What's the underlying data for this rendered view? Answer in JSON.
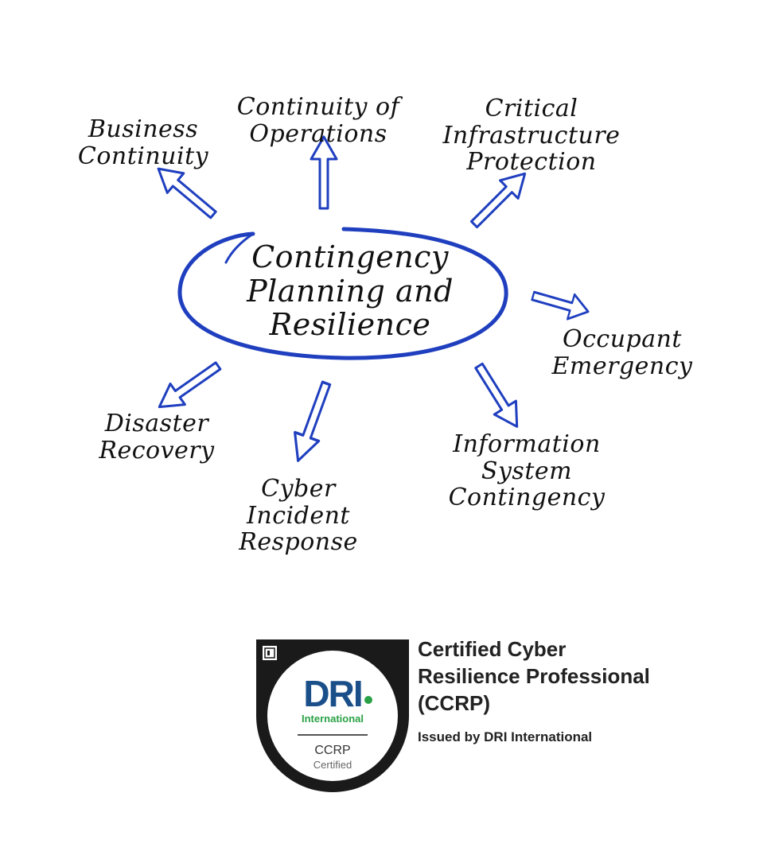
{
  "diagram": {
    "center": [
      "Contingency",
      "Planning and",
      "Resilience"
    ],
    "nodes": {
      "business_continuity": [
        "Business",
        "Continuity"
      ],
      "continuity_of_operations": [
        "Continuity of",
        "Operations"
      ],
      "critical_infrastructure": [
        "Critical",
        "Infrastructure",
        "Protection"
      ],
      "occupant_emergency": [
        "Occupant",
        "Emergency"
      ],
      "information_system": [
        "Information",
        "System",
        "Contingency"
      ],
      "cyber_incident": [
        "Cyber",
        "Incident",
        "Response"
      ],
      "disaster_recovery": [
        "Disaster",
        "Recovery"
      ]
    },
    "colors": {
      "arrow": "#1f3fbf",
      "ellipse": "#1f3fbf",
      "text": "#111111"
    }
  },
  "badge": {
    "logo_text": "DRI",
    "logo_sub": "International",
    "cert_code": "CCRP",
    "cert_status": "Certified",
    "title_lines": [
      "Certified Cyber",
      "Resilience Professional",
      "(CCRP)"
    ],
    "issuer": "Issued by DRI International",
    "colors": {
      "ring": "#1a1a1a",
      "logo_blue": "#1b4f8a",
      "logo_green": "#2aa146"
    }
  }
}
